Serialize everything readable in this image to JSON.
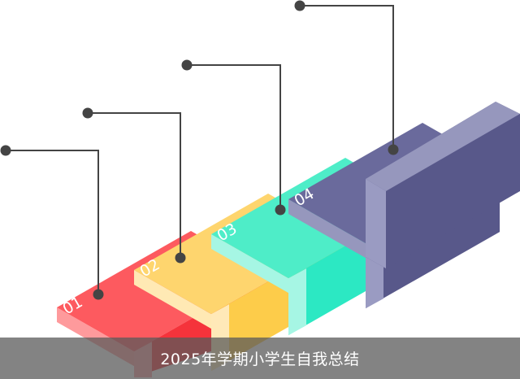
{
  "caption": "2025年学期小学生自我总结",
  "steps": [
    {
      "label": "01",
      "colors": {
        "top": "#fd5a5f",
        "edge": "#fe9a9c",
        "front": "#f5333b",
        "strip": "#ffa0a3"
      }
    },
    {
      "label": "02",
      "colors": {
        "top": "#fed56e",
        "edge": "#ffe9b4",
        "front": "#fdcc4a",
        "strip": "#ffe9b8"
      }
    },
    {
      "label": "03",
      "colors": {
        "top": "#4eedc8",
        "edge": "#a6f6e4",
        "front": "#2ce8c3",
        "strip": "#a6f6e4"
      }
    },
    {
      "label": "04",
      "colors": {
        "top": "#6a6a9c",
        "edge": "#9697bd",
        "front": "#58588a",
        "strip": "#9a9bc2"
      }
    }
  ],
  "connector_color": "#444444"
}
